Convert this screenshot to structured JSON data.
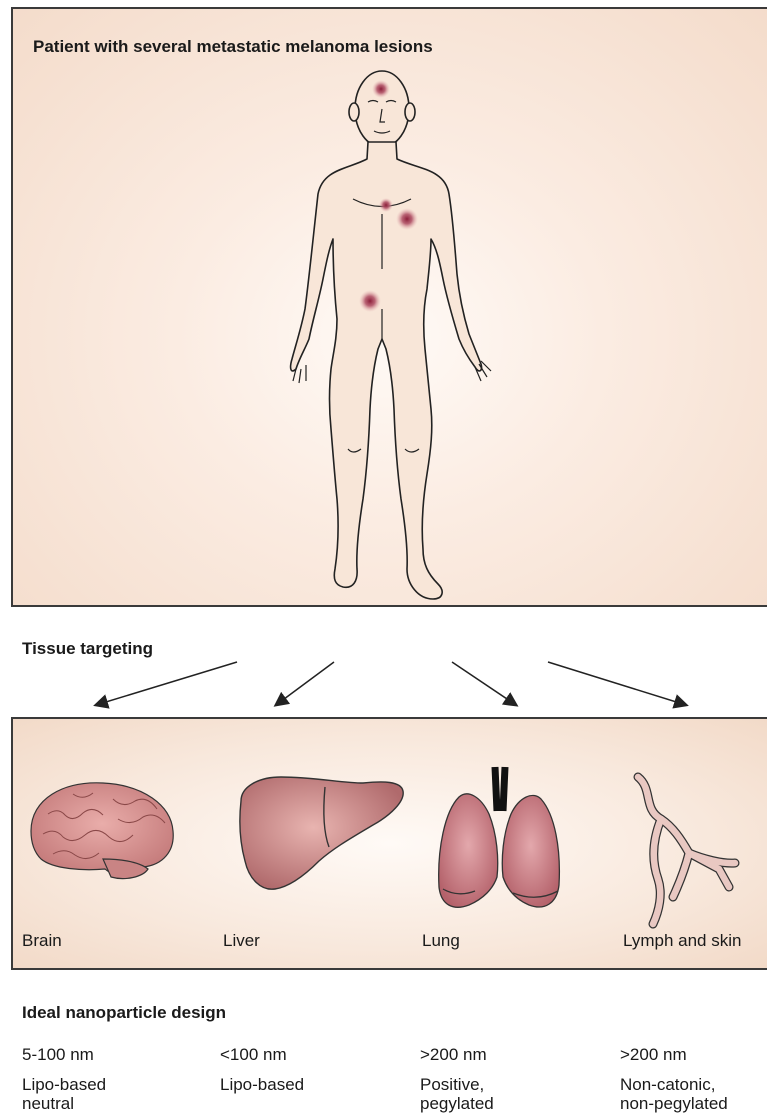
{
  "patient_panel": {
    "title": "Patient with several metastatic melanoma lesions"
  },
  "tissue_targeting": {
    "label": "Tissue targeting"
  },
  "organs": [
    {
      "label": "Brain"
    },
    {
      "label": "Liver"
    },
    {
      "label": "Lung"
    },
    {
      "label": "Lymph and skin"
    }
  ],
  "design": {
    "label": "Ideal nanoparticle design",
    "columns": [
      {
        "size": "5-100 nm",
        "type": "Lipo-based\nneutral"
      },
      {
        "size": "<100 nm",
        "type": "Lipo-based"
      },
      {
        "size": ">200 nm",
        "type": "Positive,\npegylated"
      },
      {
        "size": ">200 nm",
        "type": "Non-catonic,\nnon-pegylated"
      }
    ]
  },
  "colors": {
    "skin": "#f8e6d8",
    "lesion": "#9e2f45",
    "organ": "#c98a8a",
    "outline": "#222222"
  }
}
